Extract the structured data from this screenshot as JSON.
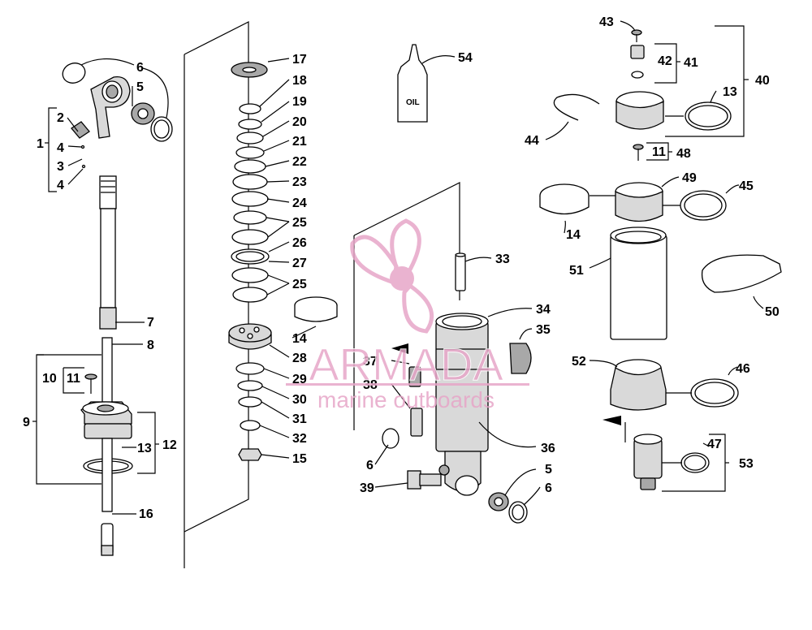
{
  "callouts": {
    "c1": "1",
    "c2": "2",
    "c3": "3",
    "c4a": "4",
    "c4b": "4",
    "c5a": "5",
    "c5b": "5",
    "c6a": "6",
    "c6b": "6",
    "c6c": "6",
    "c7": "7",
    "c8": "8",
    "c9": "9",
    "c10": "10",
    "c11a": "11",
    "c11b": "11",
    "c12": "12",
    "c13a": "13",
    "c13b": "13",
    "c14a": "14",
    "c14b": "14",
    "c15": "15",
    "c16": "16",
    "c17": "17",
    "c18": "18",
    "c19": "19",
    "c20": "20",
    "c21": "21",
    "c22": "22",
    "c23": "23",
    "c24": "24",
    "c25a": "25",
    "c25b": "25",
    "c26": "26",
    "c27": "27",
    "c28": "28",
    "c29": "29",
    "c30": "30",
    "c31": "31",
    "c32": "32",
    "c33": "33",
    "c34": "34",
    "c35": "35",
    "c36": "36",
    "c37": "37",
    "c38": "38",
    "c39": "39",
    "c40": "40",
    "c41": "41",
    "c42": "42",
    "c43": "43",
    "c44": "44",
    "c45": "45",
    "c46": "46",
    "c47": "47",
    "c48": "48",
    "c49": "49",
    "c50": "50",
    "c51": "51",
    "c52": "52",
    "c53": "53",
    "c54": "54"
  },
  "oil_label": "OIL",
  "watermark": {
    "brand": "ARMADA",
    "tagline": "marine outboards",
    "color": "#e7a6c8"
  }
}
